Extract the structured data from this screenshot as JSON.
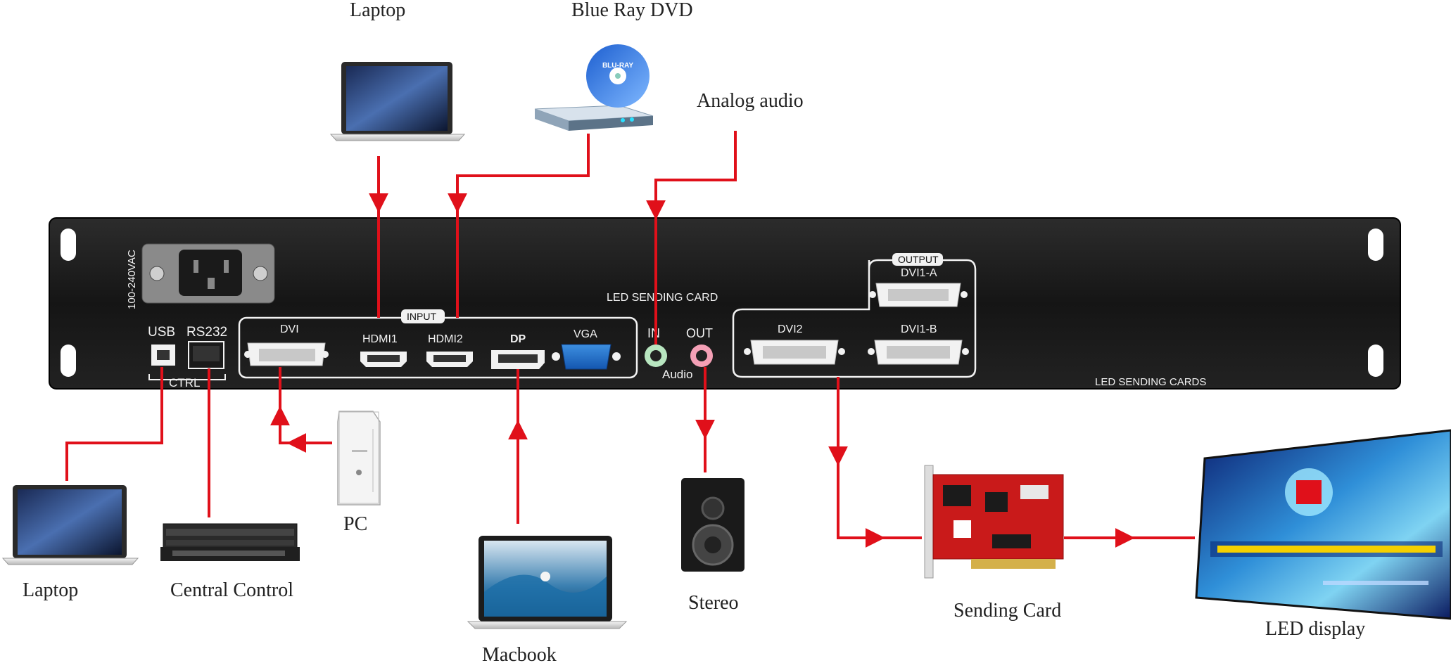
{
  "devices": {
    "laptop_top": "Laptop",
    "bluray": "Blue Ray DVD",
    "analog_audio": "Analog audio",
    "pc": "PC",
    "laptop_bottom": "Laptop",
    "central_control": "Central Control",
    "macbook": "Macbook",
    "stereo": "Stereo",
    "sending_card": "Sending Card",
    "led_display": "LED display"
  },
  "panel": {
    "power_label": "100-240VAC",
    "usb": "USB",
    "rs232": "RS232",
    "ctrl": "CTRL",
    "input_group": "INPUT",
    "dvi": "DVI",
    "hdmi1": "HDMI1",
    "hdmi2": "HDMI2",
    "dp": "DP",
    "vga": "VGA",
    "in": "IN",
    "out": "OUT",
    "audio": "Audio",
    "led_sending_card": "LED SENDING CARD",
    "output_group": "OUTPUT",
    "dvi2": "DVI2",
    "dvi1a": "DVI1-A",
    "dvi1b": "DVI1-B",
    "led_sending_cards": "LED SENDING CARDS"
  },
  "icons": [
    "laptop-icon",
    "bluray-player-icon",
    "pc-tower-icon",
    "central-control-icon",
    "macbook-icon",
    "speaker-icon",
    "sending-card-icon",
    "led-display-icon"
  ],
  "colors": {
    "connector_line": "#e0101a",
    "panel_body": "#1b1b1b",
    "label_text": "#222222"
  }
}
